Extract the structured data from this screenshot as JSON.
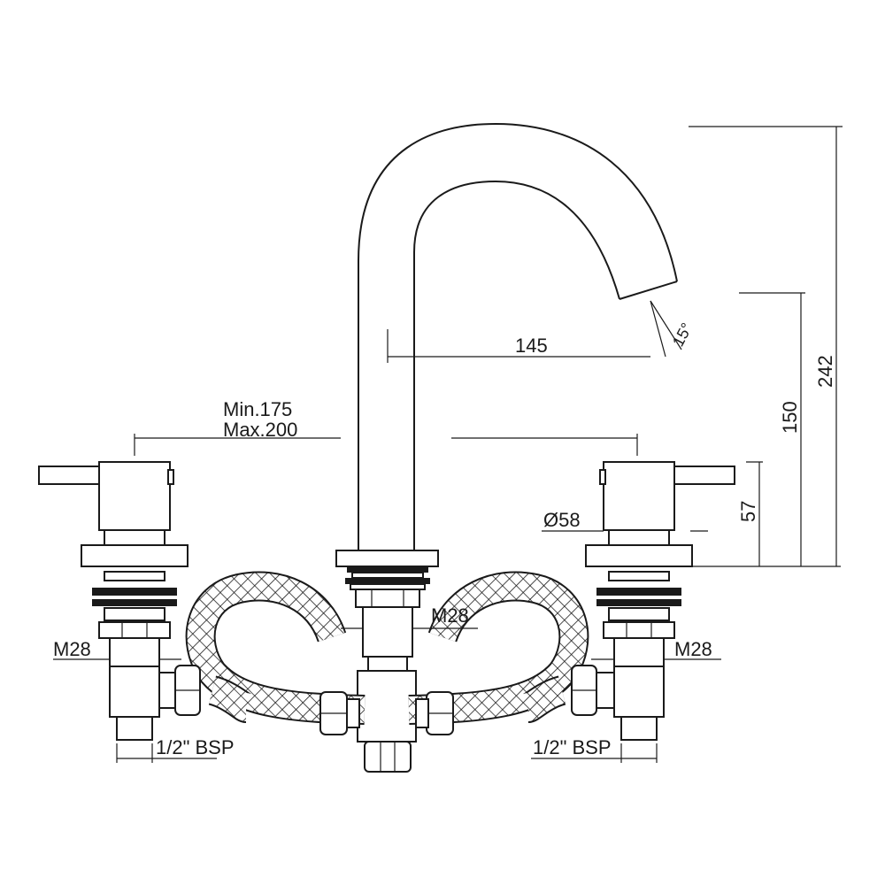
{
  "dimensions": {
    "spread_min": "Min.175",
    "spread_max": "Max.200",
    "spout_reach": "145",
    "spout_angle": "15°",
    "total_height": "242",
    "spout_height": "150",
    "handle_height": "57",
    "body_diameter": "Ø58",
    "spout_thread": "M28",
    "left_thread": "M28",
    "right_thread": "M28",
    "left_inlet": "1/2\" BSP",
    "right_inlet": "1/2\" BSP"
  },
  "colors": {
    "line": "#1a1a1a",
    "background": "#ffffff"
  }
}
